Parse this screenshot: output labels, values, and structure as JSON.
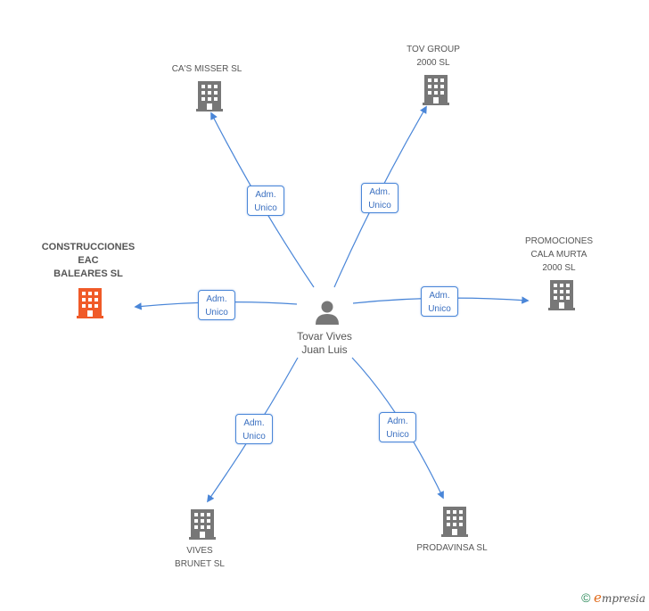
{
  "center": {
    "lines": [
      "Tovar Vives",
      "Juan Luis"
    ]
  },
  "colors": {
    "edge": "#4a86d8",
    "building": "#777777",
    "highlight": "#f05a28"
  },
  "nodes": [
    {
      "id": "cas-misser",
      "lines": [
        "CA'S MISSER SL"
      ],
      "highlight": false
    },
    {
      "id": "tov-group",
      "lines": [
        "TOV GROUP",
        "2000 SL"
      ],
      "highlight": false
    },
    {
      "id": "construcciones-eac",
      "lines": [
        "CONSTRUCCIONES",
        "EAC",
        "BALEARES SL"
      ],
      "highlight": true
    },
    {
      "id": "promociones-cala-murta",
      "lines": [
        "PROMOCIONES",
        "CALA MURTA",
        "2000 SL"
      ],
      "highlight": false
    },
    {
      "id": "vives-brunet",
      "lines": [
        "VIVES",
        "BRUNET SL"
      ],
      "highlight": false
    },
    {
      "id": "prodavinsa",
      "lines": [
        "PRODAVINSA SL"
      ],
      "highlight": false
    }
  ],
  "edges": [
    {
      "to": "cas-misser",
      "label": [
        "Adm.",
        "Unico"
      ]
    },
    {
      "to": "tov-group",
      "label": [
        "Adm.",
        "Unico"
      ]
    },
    {
      "to": "construcciones-eac",
      "label": [
        "Adm.",
        "Unico"
      ]
    },
    {
      "to": "promociones-cala-murta",
      "label": [
        "Adm.",
        "Unico"
      ]
    },
    {
      "to": "vives-brunet",
      "label": [
        "Adm.",
        "Unico"
      ]
    },
    {
      "to": "prodavinsa",
      "label": [
        "Adm.",
        "Unico"
      ]
    }
  ],
  "footer": {
    "copyright": "©",
    "brand_initial": "e",
    "brand_rest": "mpresia"
  }
}
